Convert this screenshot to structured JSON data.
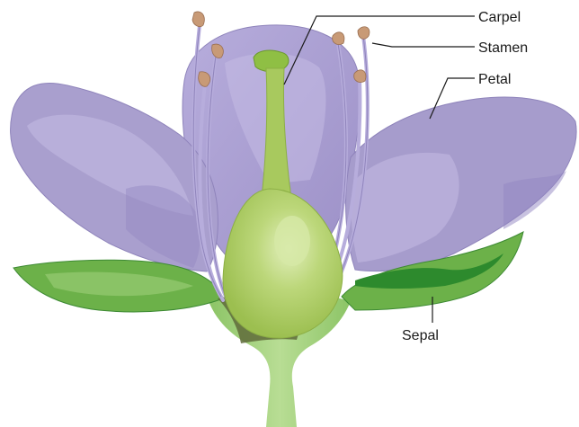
{
  "labels": {
    "carpel": "Carpel",
    "stamen": "Stamen",
    "petal": "Petal",
    "sepal": "Sepal"
  },
  "colors": {
    "petal": "#a79ccb",
    "petal_light": "#c7bfe2",
    "petal_dark": "#8c80b6",
    "carpel": "#a6c85a",
    "carpel_light": "#c9df8f",
    "sepal": "#6db34a",
    "sepal_dark": "#2f8a2f",
    "stem": "#9fcf78",
    "receptacle_shadow": "#5e6e3a",
    "anther": "#c89a7a",
    "line": "#1a1a1a"
  }
}
